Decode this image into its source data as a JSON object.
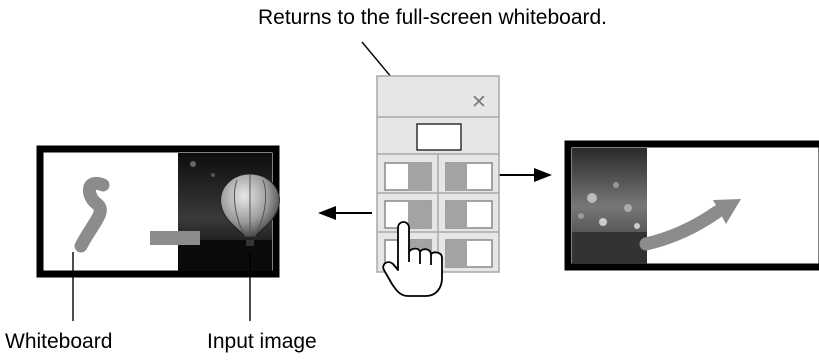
{
  "callouts": {
    "top": "Returns to the full-screen whiteboard.",
    "whiteboard": "Whiteboard",
    "input_image": "Input image"
  },
  "panel": {
    "close_glyph": "✕",
    "layouts": [
      {
        "id": "split-wb-left-wide",
        "fill_side": "right"
      },
      {
        "id": "split-img-left-wide",
        "fill_side": "left"
      },
      {
        "id": "split-wb-left",
        "fill_side": "right"
      },
      {
        "id": "split-img-left",
        "fill_side": "left"
      },
      {
        "id": "split-wb-left-narrow",
        "fill_side": "right"
      },
      {
        "id": "split-img-left-narrow",
        "fill_side": "left"
      }
    ]
  },
  "colors": {
    "panel_bg": "#e6e6e6",
    "panel_border": "#a8a8a8",
    "thumb_fill": "#a3a3a3",
    "stroke_gray": "#8c8c8c",
    "frame": "#000000"
  },
  "icons": [
    "close-icon",
    "hand-pointer-icon",
    "arrow-left-icon",
    "arrow-right-icon",
    "hot-air-balloon-icon"
  ]
}
